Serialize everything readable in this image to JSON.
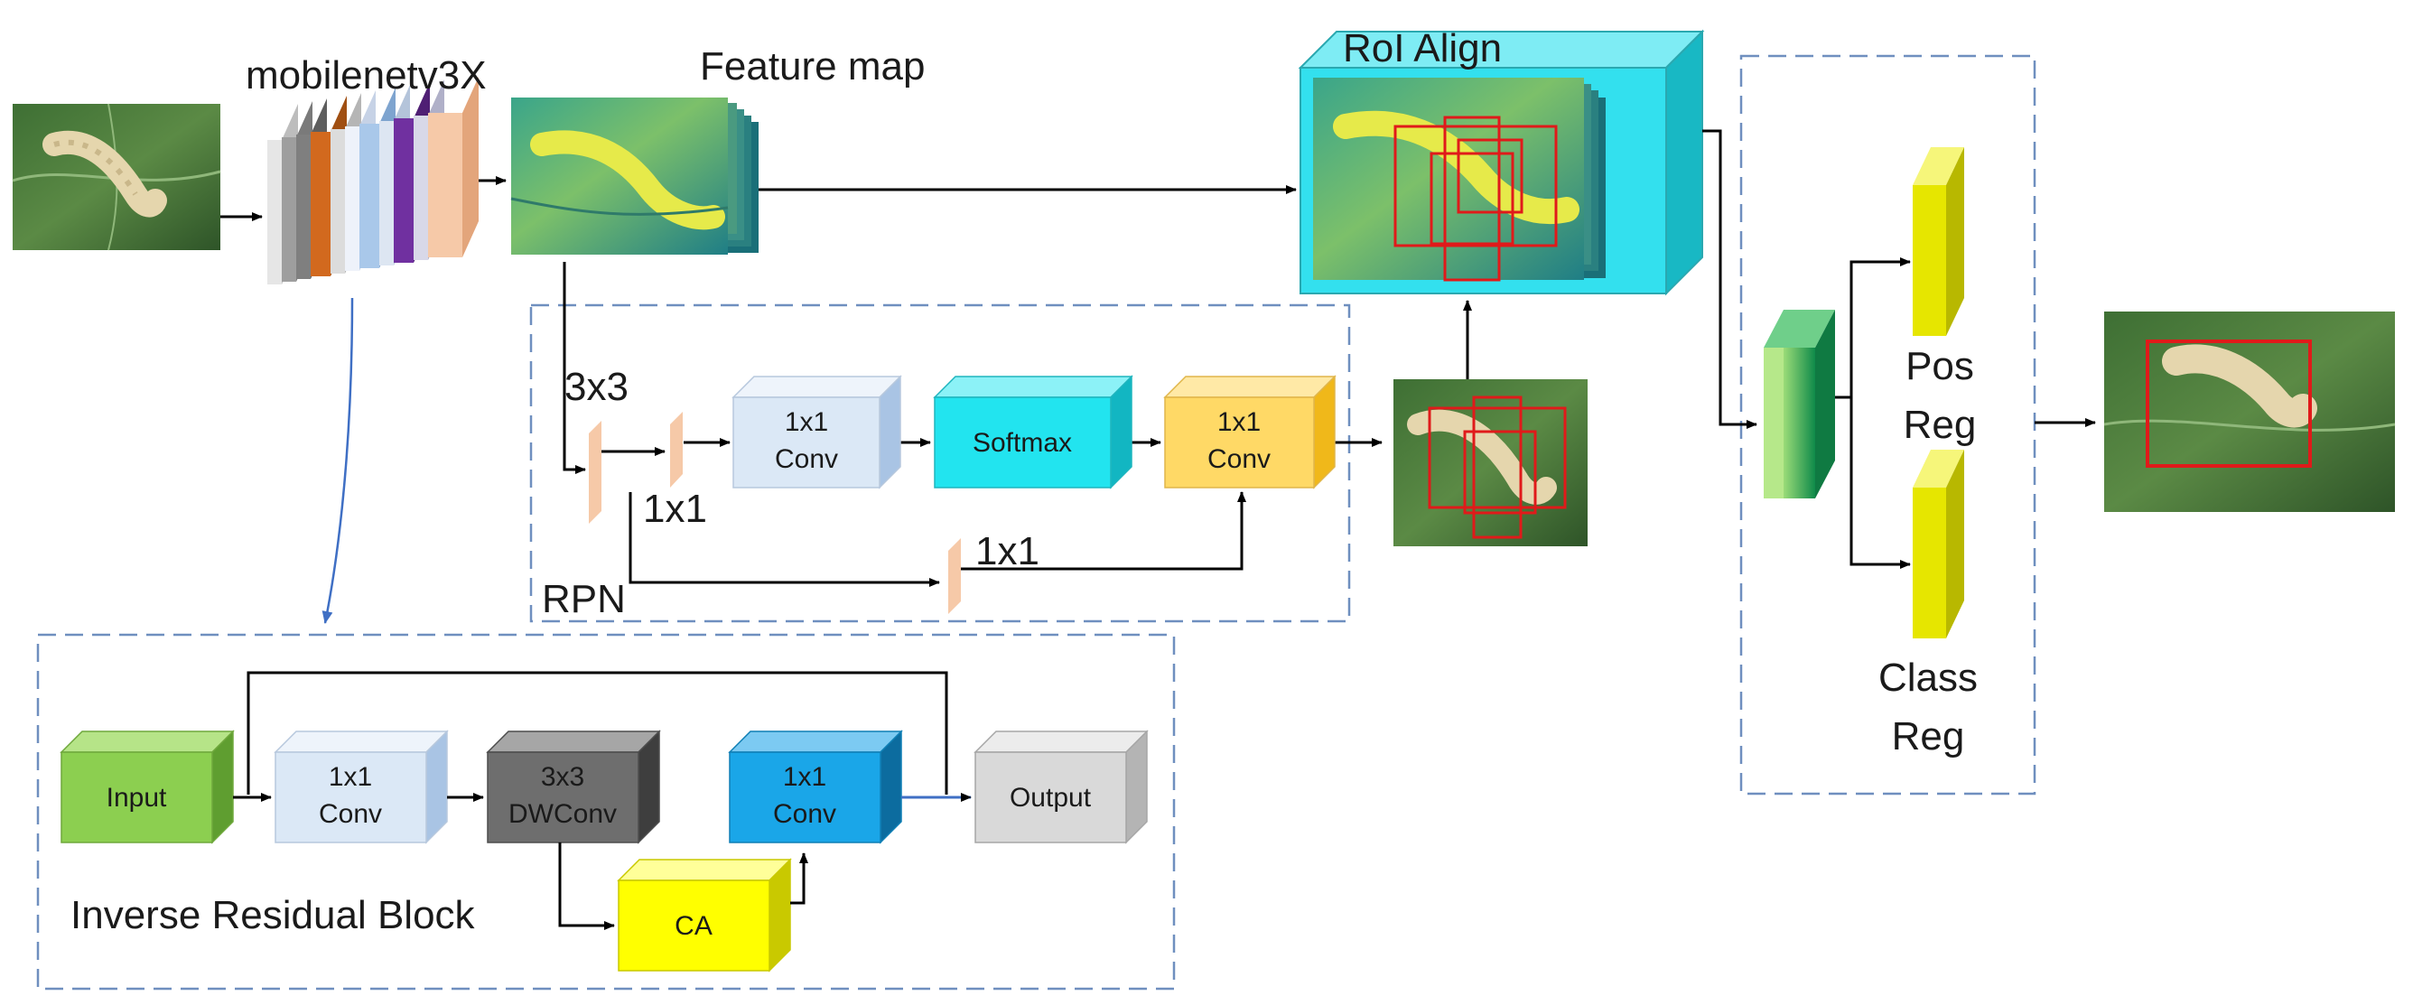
{
  "labels": {
    "backbone": "mobilenetv3X",
    "feature_map": "Feature map",
    "roi_align": "RoI Align",
    "rpn": "RPN",
    "rpn_3x3": "3x3",
    "rpn_1x1_a": "1x1",
    "rpn_1x1_b": "1x1",
    "pos_reg_1": "Pos",
    "pos_reg_2": "Reg",
    "class_reg_1": "Class",
    "class_reg_2": "Reg",
    "irb_title": "Inverse Residual Block"
  },
  "rpn_blocks": {
    "conv1_l1": "1x1",
    "conv1_l2": "Conv",
    "softmax": "Softmax",
    "conv2_l1": "1x1",
    "conv2_l2": "Conv"
  },
  "irb_blocks": {
    "input": "Input",
    "conv1_l1": "1x1",
    "conv1_l2": "Conv",
    "dw_l1": "3x3",
    "dw_l2": "DWConv",
    "conv2_l1": "1x1",
    "conv2_l2": "Conv",
    "output": "Output",
    "ca": "CA"
  },
  "colors": {
    "leaf_dark": "#2f5a2a",
    "leaf_mid": "#4d7d3c",
    "larva": "#e0d2a8",
    "feature_teal": "#1f8a8a",
    "feature_yellow": "#d6e04a",
    "roi_cyan": "#33e0ee",
    "box_red": "#e01a1a",
    "light_blue_block": "#dbe8f6",
    "softmax_cyan": "#22e4ef",
    "yellow_orange": "#ffd966",
    "input_green": "#8ccf50",
    "dwconv_gray": "#6e6e6e",
    "conv_blue": "#1aa6e8",
    "output_gray": "#d9d9d9",
    "ca_yellow": "#ffff00",
    "pos_class_yellow": "#e6e600",
    "green_stack": "#1aa05a",
    "dash_blue": "#6f8fbf",
    "salmon": "#f6c9a8"
  },
  "icons": [
    "input-photo",
    "result-photo",
    "proposals-photo",
    "feature-map-stack",
    "backbone-layer-stack"
  ]
}
